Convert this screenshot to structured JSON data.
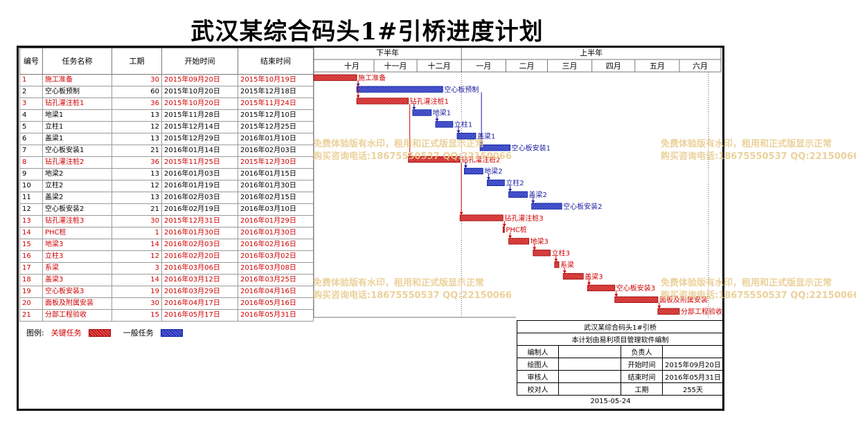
{
  "title": "武汉某综合码头1#引桥进度计划",
  "headers": {
    "id": "编号",
    "name": "任务名称",
    "duration": "工期",
    "start": "开始时间",
    "end": "结束时间"
  },
  "timeline": {
    "halves": [
      "下半年",
      "上半年"
    ],
    "months": [
      "十月",
      "十一月",
      "十二月",
      "一月",
      "二月",
      "三月",
      "四月",
      "五月",
      "六月"
    ]
  },
  "tasks": [
    {
      "id": "1",
      "name": "施工准备",
      "duration": "30",
      "start": "2015年09月20日",
      "end": "2015年10月19日",
      "critical": true
    },
    {
      "id": "2",
      "name": "空心板预制",
      "duration": "60",
      "start": "2015年10月20日",
      "end": "2015年12月18日",
      "critical": false
    },
    {
      "id": "3",
      "name": "钻孔灌注桩1",
      "duration": "36",
      "start": "2015年10月20日",
      "end": "2015年11月24日",
      "critical": true
    },
    {
      "id": "4",
      "name": "地梁1",
      "duration": "13",
      "start": "2015年11月28日",
      "end": "2015年12月10日",
      "critical": false
    },
    {
      "id": "5",
      "name": "立柱1",
      "duration": "12",
      "start": "2015年12月14日",
      "end": "2015年12月25日",
      "critical": false
    },
    {
      "id": "6",
      "name": "盖梁1",
      "duration": "13",
      "start": "2015年12月29日",
      "end": "2016年01月10日",
      "critical": false
    },
    {
      "id": "7",
      "name": "空心板安装1",
      "duration": "21",
      "start": "2016年01月14日",
      "end": "2016年02月03日",
      "critical": false
    },
    {
      "id": "8",
      "name": "钻孔灌注桩2",
      "duration": "36",
      "start": "2015年11月25日",
      "end": "2015年12月30日",
      "critical": true
    },
    {
      "id": "9",
      "name": "地梁2",
      "duration": "13",
      "start": "2016年01月03日",
      "end": "2016年01月15日",
      "critical": false
    },
    {
      "id": "10",
      "name": "立柱2",
      "duration": "12",
      "start": "2016年01月19日",
      "end": "2016年01月30日",
      "critical": false
    },
    {
      "id": "11",
      "name": "盖梁2",
      "duration": "13",
      "start": "2016年02月03日",
      "end": "2016年02月15日",
      "critical": false
    },
    {
      "id": "12",
      "name": "空心板安装2",
      "duration": "21",
      "start": "2016年02月19日",
      "end": "2016年03月10日",
      "critical": false
    },
    {
      "id": "13",
      "name": "钻孔灌注桩3",
      "duration": "30",
      "start": "2015年12月31日",
      "end": "2016年01月29日",
      "critical": true
    },
    {
      "id": "14",
      "name": "PHC桩",
      "duration": "1",
      "start": "2016年01月30日",
      "end": "2016年01月30日",
      "critical": true
    },
    {
      "id": "15",
      "name": "地梁3",
      "duration": "14",
      "start": "2016年02月03日",
      "end": "2016年02月16日",
      "critical": true
    },
    {
      "id": "16",
      "name": "立柱3",
      "duration": "12",
      "start": "2016年02月20日",
      "end": "2016年03月02日",
      "critical": true
    },
    {
      "id": "17",
      "name": "系梁",
      "duration": "3",
      "start": "2016年03月06日",
      "end": "2016年03月08日",
      "critical": true
    },
    {
      "id": "18",
      "name": "盖梁3",
      "duration": "14",
      "start": "2016年03月12日",
      "end": "2016年03月25日",
      "critical": true
    },
    {
      "id": "19",
      "name": "空心板安装3",
      "duration": "19",
      "start": "2016年03月29日",
      "end": "2016年04月16日",
      "critical": true
    },
    {
      "id": "20",
      "name": "面板及附属安装",
      "duration": "30",
      "start": "2016年04月17日",
      "end": "2016年05月16日",
      "critical": true
    },
    {
      "id": "21",
      "name": "分部工程验收",
      "duration": "15",
      "start": "2016年05月17日",
      "end": "2016年05月31日",
      "critical": true
    }
  ],
  "legend": {
    "label": "图例:",
    "critical": "关键任务",
    "general": "一般任务"
  },
  "watermark": {
    "line1": "免费体验版有水印，租用和正式版显示正常",
    "line2": "购买咨询电话:18675550537 QQ:22150066"
  },
  "info": {
    "project": "武汉某综合码头1#引桥",
    "software": "本计划由易利项目管理软件编制",
    "compiler_label": "编制人",
    "compiler": "",
    "owner_label": "负责人",
    "owner": "",
    "drawer_label": "绘图人",
    "drawer": "",
    "start_label": "开始时间",
    "start": "2015年09月20日",
    "reviewer_label": "审核人",
    "reviewer": "",
    "end_label": "结束时间",
    "end": "2016年05月31日",
    "checker_label": "校对人",
    "checker": "",
    "duration_label": "工期",
    "duration": "255天",
    "date": "2015-05-24"
  },
  "colors": {
    "critical": "#d00000",
    "general": "#1a1aa0",
    "critical_bar": "#e04848",
    "general_bar": "#4d5bd6"
  }
}
